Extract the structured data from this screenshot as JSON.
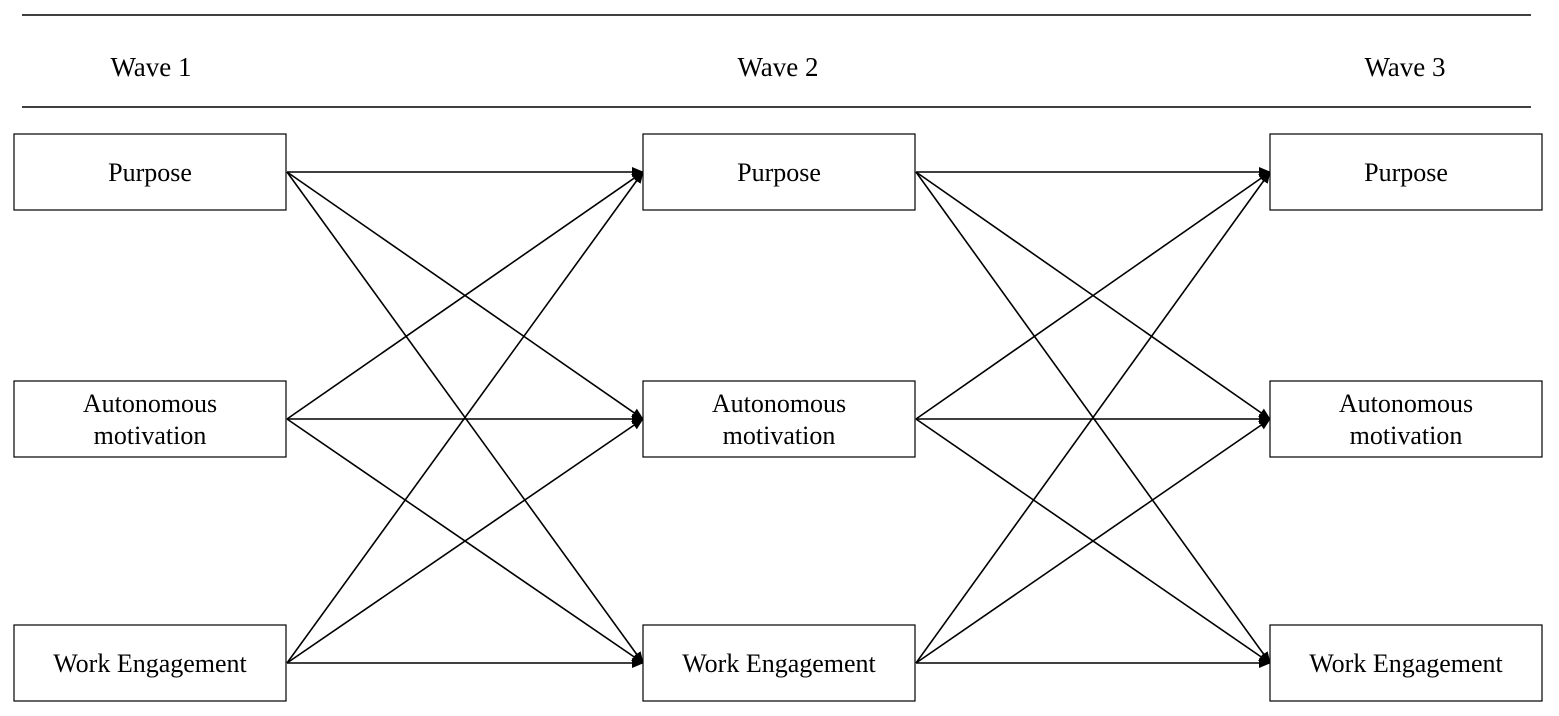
{
  "waves": [
    {
      "label": "Wave 1"
    },
    {
      "label": "Wave 2"
    },
    {
      "label": "Wave 3"
    }
  ],
  "constructs": [
    {
      "id": "purpose",
      "lines": [
        "Purpose"
      ]
    },
    {
      "id": "autonomous-motivation",
      "lines": [
        "Autonomous",
        "motivation"
      ]
    },
    {
      "id": "work-engagement",
      "lines": [
        "Work Engagement"
      ]
    }
  ],
  "paths": "full cross-lagged: every construct at each wave points to every construct at the next wave",
  "colors": {
    "stroke": "#000000",
    "background": "#ffffff"
  }
}
